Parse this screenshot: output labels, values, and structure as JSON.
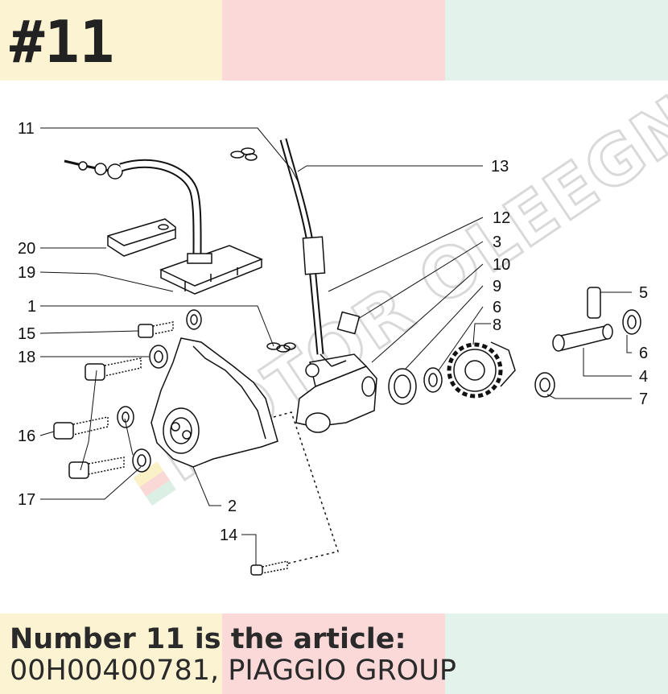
{
  "heading": "#11",
  "caption": {
    "line1": "Number 11 is the article:",
    "line2": "00H00400781, PIAGGIO GROUP"
  },
  "watermark": "MOTOR OLEEGN",
  "colors": {
    "band_yellow": "#fcf3d2",
    "band_pink": "#fad9d8",
    "band_green": "#e3f3ec"
  },
  "callouts": [
    "11",
    "20",
    "19",
    "1",
    "15",
    "18",
    "16",
    "17",
    "13",
    "12",
    "3",
    "10",
    "9",
    "6",
    "8",
    "5",
    "6",
    "4",
    "7",
    "2",
    "14"
  ]
}
